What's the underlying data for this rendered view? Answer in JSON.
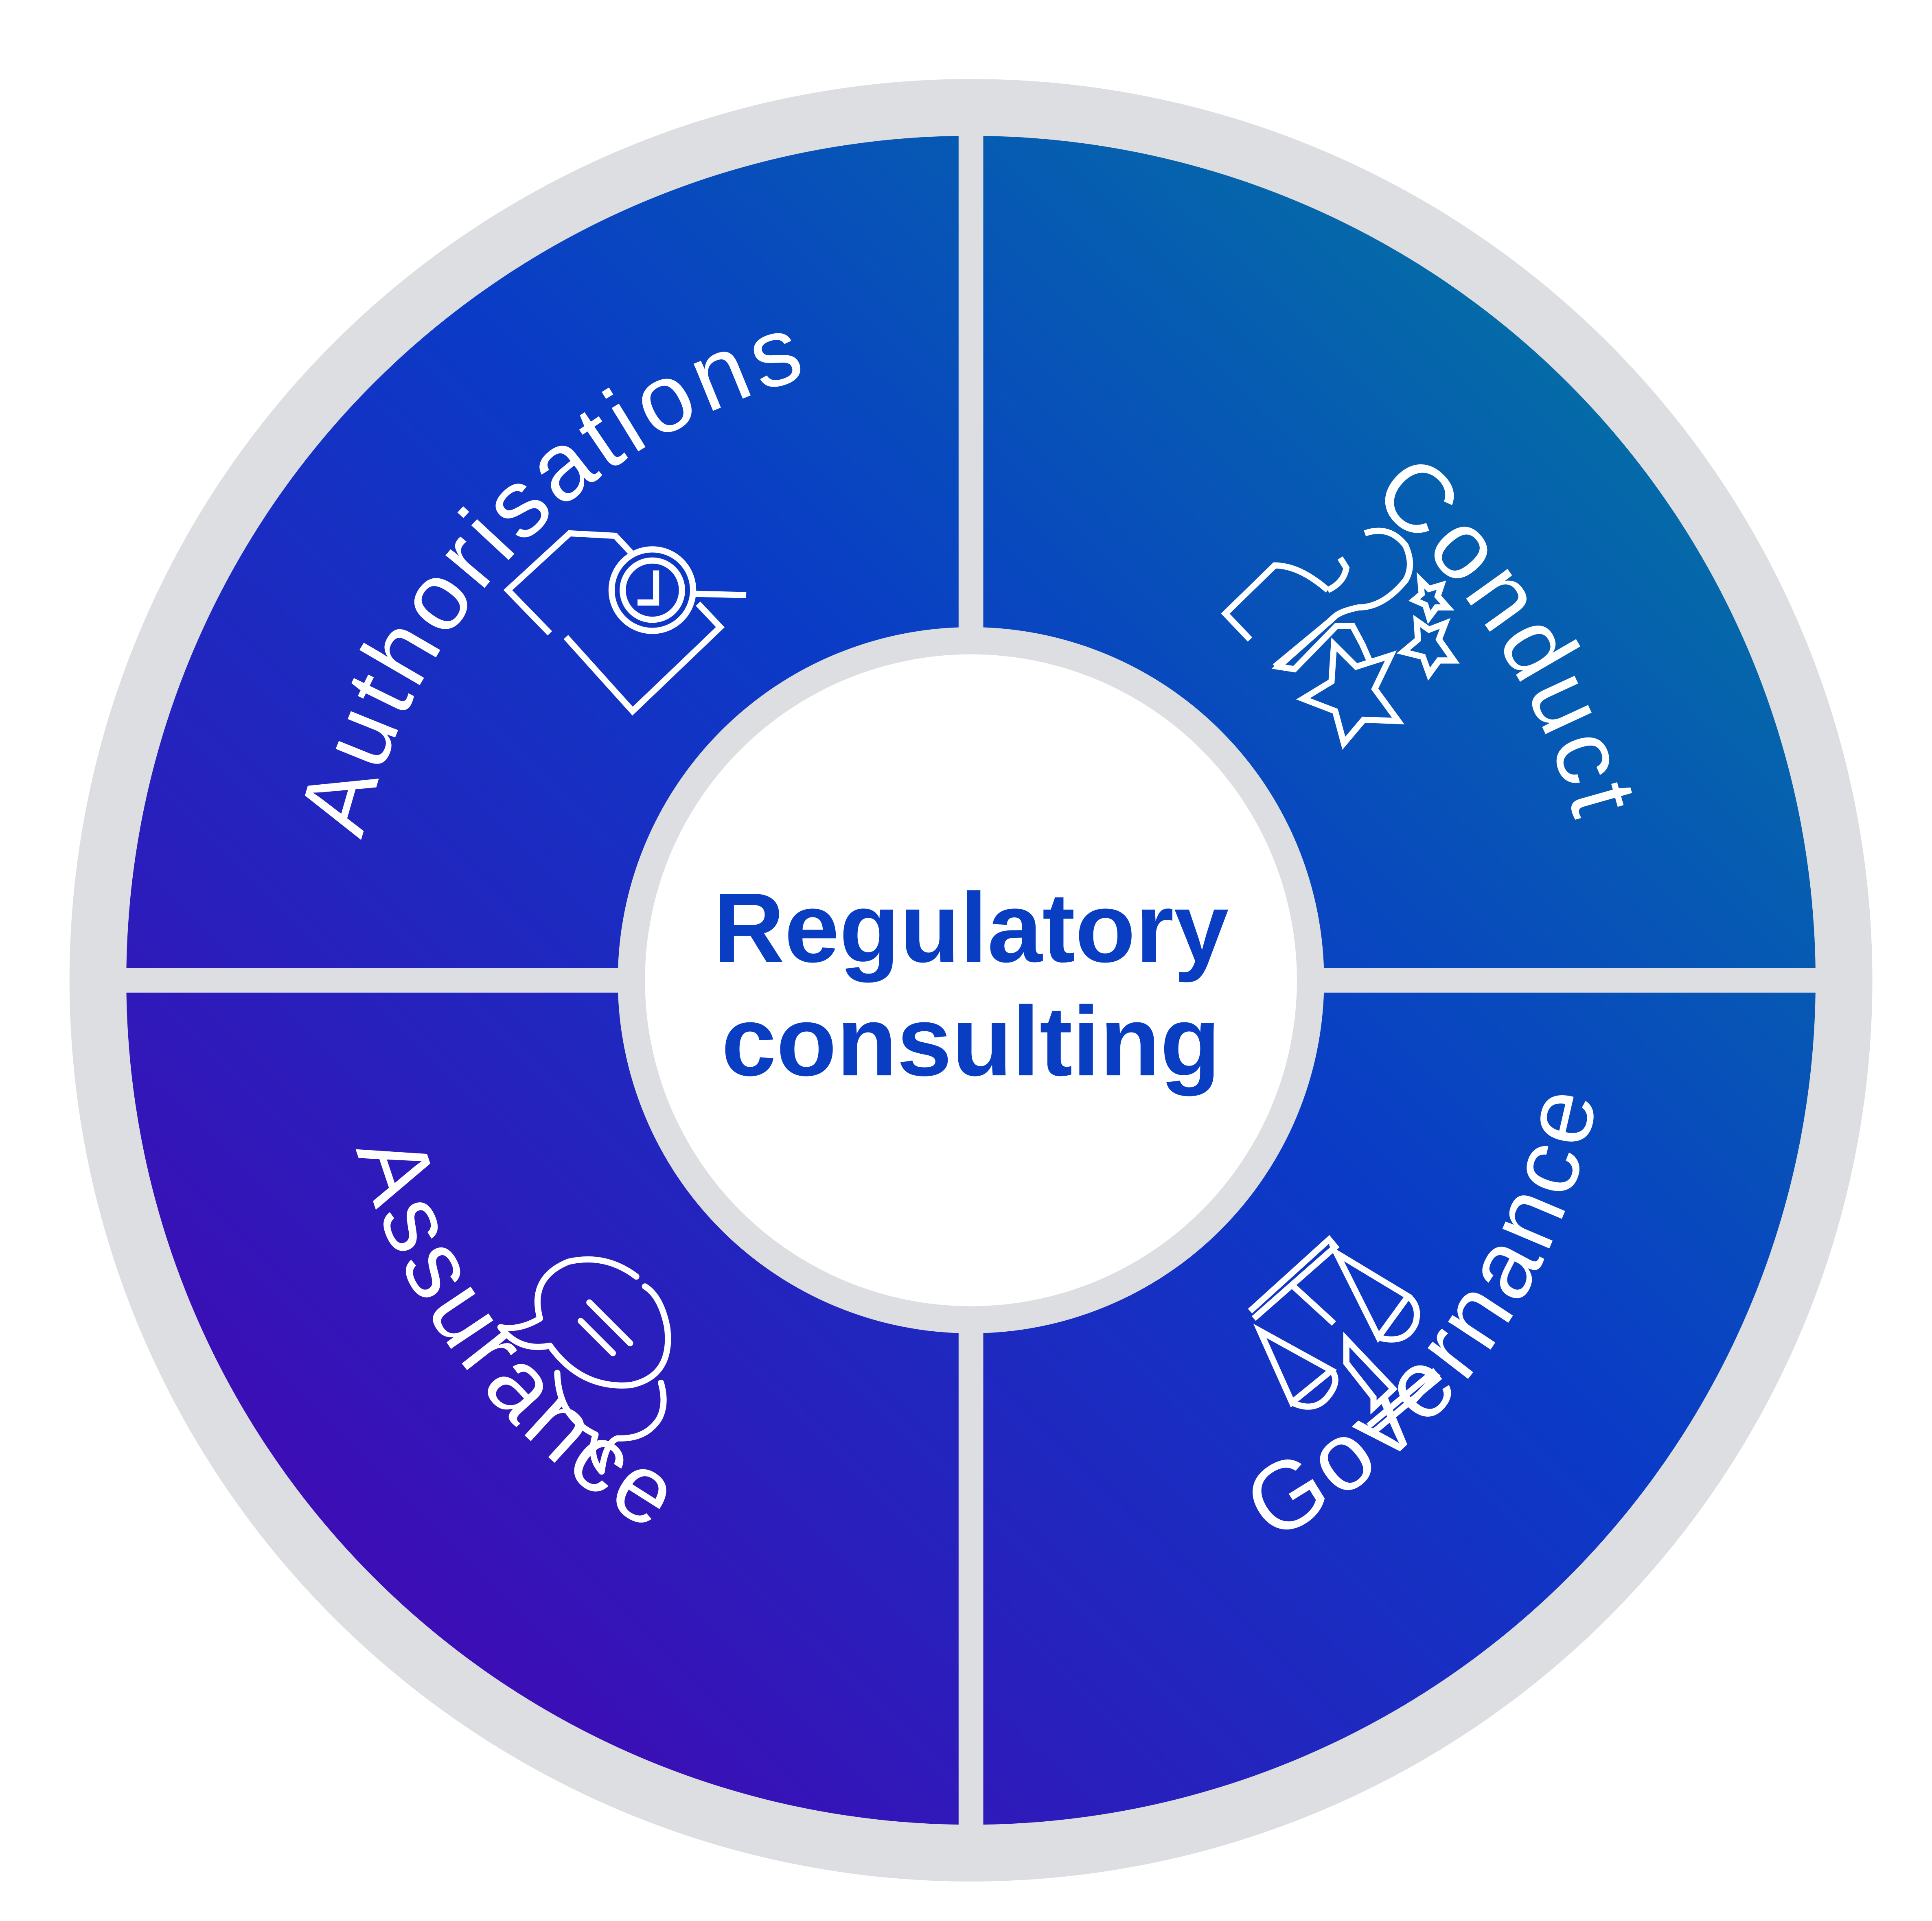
{
  "center": {
    "line1": "Regulatory",
    "line2": "consulting"
  },
  "segments": [
    {
      "id": "authorisations",
      "label": "Authorisations",
      "icon": "document-clock-magnifier-icon"
    },
    {
      "id": "conduct",
      "label": "Conduct",
      "icon": "person-stars-icon"
    },
    {
      "id": "governance",
      "label": "Governance",
      "icon": "balance-scale-icon"
    },
    {
      "id": "assurance",
      "label": "Assurance",
      "icon": "speech-bubbles-icon"
    }
  ],
  "colors": {
    "ring": "#dcdee1",
    "center_fill": "#ffffff",
    "center_text": "#0a3ec2",
    "label_text": "#ffffff",
    "teal": "#027f9a",
    "blue": "#0a3bc7",
    "violet": "#4b00b0"
  }
}
